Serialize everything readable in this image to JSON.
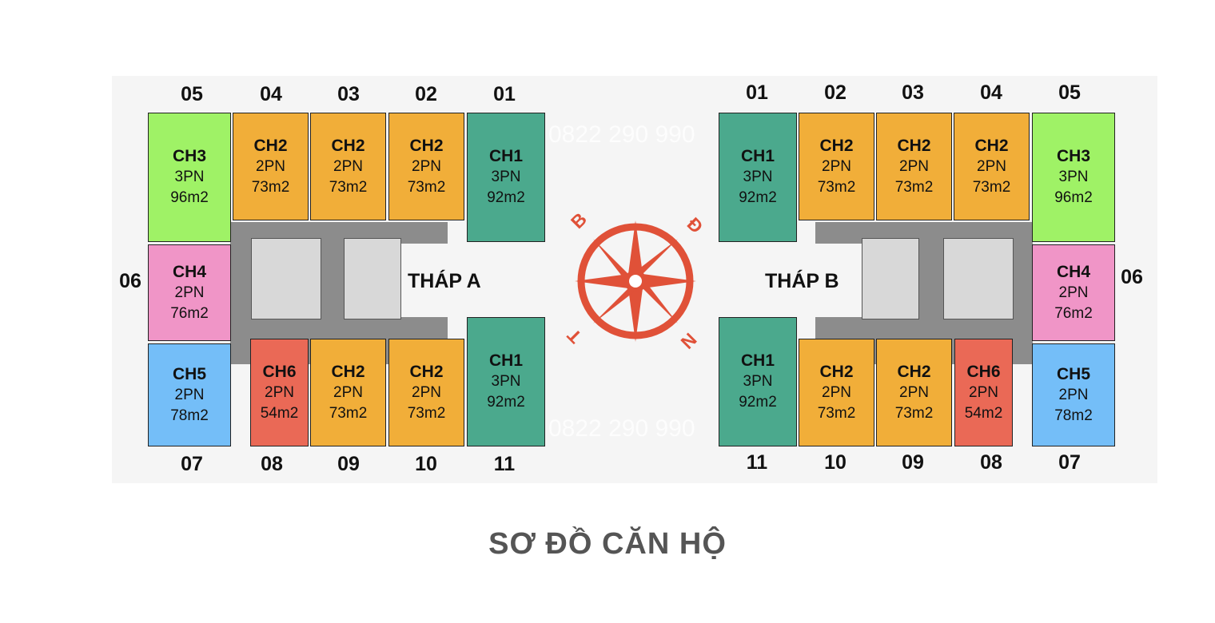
{
  "colors": {
    "CH1": "#4ba98d",
    "CH2": "#f1ae39",
    "CH3": "#9ff266",
    "CH4": "#f095c7",
    "CH5": "#74bef8",
    "CH6": "#ea6956",
    "core": "#8c8c8c",
    "compass": "#e05138"
  },
  "tower_a": {
    "label": "THÁP A",
    "top_numbers": [
      "05",
      "04",
      "03",
      "02",
      "01"
    ],
    "side_number": "06",
    "bottom_numbers": [
      "07",
      "08",
      "09",
      "10",
      "11"
    ],
    "units": [
      {
        "code": "CH3",
        "rooms": "3PN",
        "area": "96m2"
      },
      {
        "code": "CH2",
        "rooms": "2PN",
        "area": "73m2"
      },
      {
        "code": "CH2",
        "rooms": "2PN",
        "area": "73m2"
      },
      {
        "code": "CH2",
        "rooms": "2PN",
        "area": "73m2"
      },
      {
        "code": "CH1",
        "rooms": "3PN",
        "area": "92m2"
      },
      {
        "code": "CH4",
        "rooms": "2PN",
        "area": "76m2"
      },
      {
        "code": "CH5",
        "rooms": "2PN",
        "area": "78m2"
      },
      {
        "code": "CH6",
        "rooms": "2PN",
        "area": "54m2"
      },
      {
        "code": "CH2",
        "rooms": "2PN",
        "area": "73m2"
      },
      {
        "code": "CH2",
        "rooms": "2PN",
        "area": "73m2"
      },
      {
        "code": "CH1",
        "rooms": "3PN",
        "area": "92m2"
      }
    ]
  },
  "tower_b": {
    "label": "THÁP B",
    "top_numbers": [
      "01",
      "02",
      "03",
      "04",
      "05"
    ],
    "side_number": "06",
    "bottom_numbers": [
      "11",
      "10",
      "09",
      "08",
      "07"
    ],
    "units": [
      {
        "code": "CH1",
        "rooms": "3PN",
        "area": "92m2"
      },
      {
        "code": "CH2",
        "rooms": "2PN",
        "area": "73m2"
      },
      {
        "code": "CH2",
        "rooms": "2PN",
        "area": "73m2"
      },
      {
        "code": "CH2",
        "rooms": "2PN",
        "area": "73m2"
      },
      {
        "code": "CH3",
        "rooms": "3PN",
        "area": "96m2"
      },
      {
        "code": "CH4",
        "rooms": "2PN",
        "area": "76m2"
      },
      {
        "code": "CH1",
        "rooms": "3PN",
        "area": "92m2"
      },
      {
        "code": "CH2",
        "rooms": "2PN",
        "area": "73m2"
      },
      {
        "code": "CH2",
        "rooms": "2PN",
        "area": "73m2"
      },
      {
        "code": "CH6",
        "rooms": "2PN",
        "area": "54m2"
      },
      {
        "code": "CH5",
        "rooms": "2PN",
        "area": "78m2"
      }
    ]
  },
  "compass": {
    "north": "B",
    "east": "Đ",
    "south": "N",
    "west": "T"
  },
  "watermarks": [
    "0822 290 990",
    "0822 290 990"
  ],
  "title": "SƠ ĐỒ CĂN HỘ"
}
